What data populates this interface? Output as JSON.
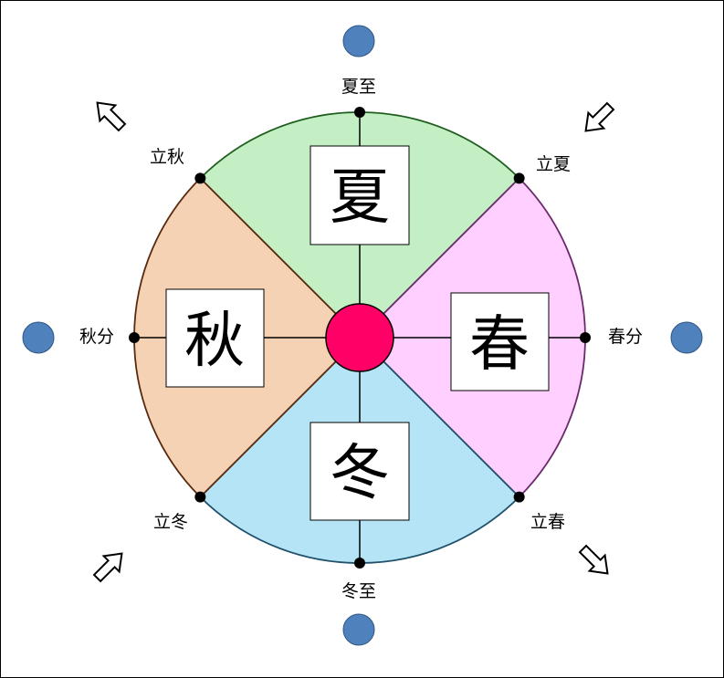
{
  "seasons": {
    "summer": {
      "label": "夏",
      "color": "#c4efc4",
      "edge": "#1e5e1e"
    },
    "spring": {
      "label": "春",
      "color": "#ffd0ff",
      "edge": "#6a2a6a"
    },
    "winter": {
      "label": "冬",
      "color": "#b4e4f6",
      "edge": "#20506a"
    },
    "autumn": {
      "label": "秋",
      "color": "#f6d2b4",
      "edge": "#5a2a10"
    }
  },
  "solar_terms": {
    "summer_solstice": "夏至",
    "start_of_summer": "立夏",
    "spring_equinox": "春分",
    "start_of_spring": "立春",
    "winter_solstice": "冬至",
    "start_of_winter": "立冬",
    "autumn_equinox": "秋分",
    "start_of_autumn": "立秋"
  },
  "colors": {
    "center": "#ff0066",
    "outer_dot": "#4f81bd"
  }
}
